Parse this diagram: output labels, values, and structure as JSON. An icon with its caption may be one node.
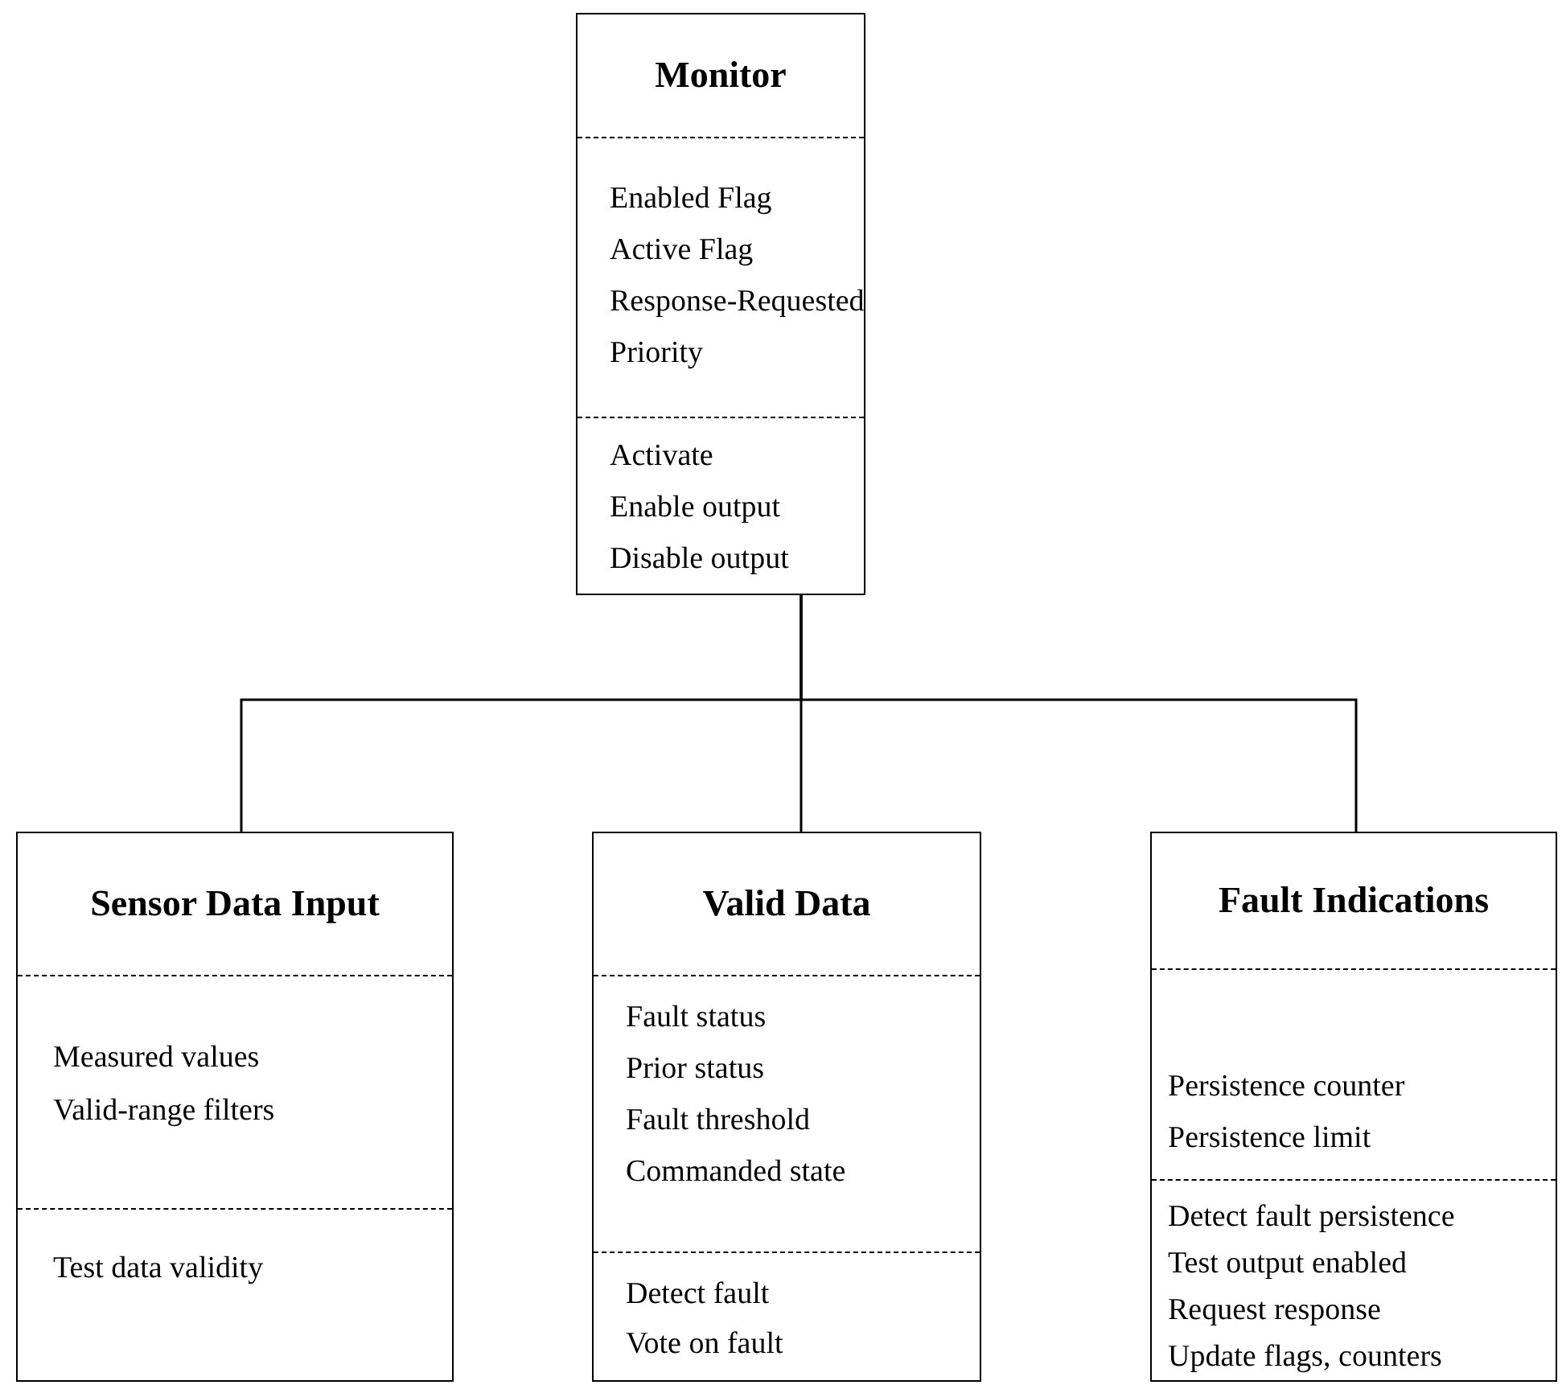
{
  "diagram": {
    "nodes": [
      {
        "text": [
          "Monitor",
          "Enabled Flag",
          "Active Flag",
          "Response-Requested",
          "Priority",
          "Activate",
          "Enable output",
          "Disable output"
        ]
      },
      {
        "text": [
          "Sensor Data Input",
          "Measured values",
          "Valid-range filters",
          "Test data validity"
        ]
      },
      {
        "text": [
          "Valid Data",
          "Fault status",
          "Prior status",
          "Fault threshold",
          "Commanded state",
          "Detect fault",
          "Vote on fault"
        ]
      },
      {
        "text": [
          "Fault Indications",
          "Persistence counter",
          "Persistence limit",
          "Detect fault persistence",
          "Test output enabled",
          "Request response",
          "Update flags, counters"
        ]
      }
    ],
    "edges": [
      {
        "from": 0,
        "to": 1,
        "arrow": "none"
      },
      {
        "from": 0,
        "to": 2,
        "arrow": "none"
      },
      {
        "from": 0,
        "to": 3,
        "arrow": "none"
      }
    ]
  }
}
